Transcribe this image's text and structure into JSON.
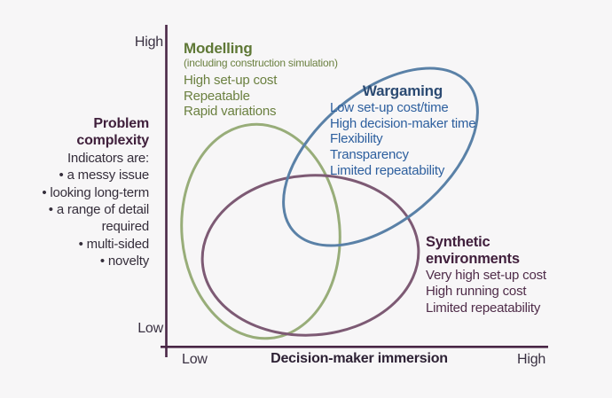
{
  "colors": {
    "background": "#f7f6f7",
    "axis_line": "#4a2746",
    "axis_end_label": "#3a3142",
    "x_axis_title": "#2d2134",
    "body_text": "#352e3b",
    "problem_heading": "#40203c",
    "modelling_heading": "#5f7836",
    "modelling_text": "#6b8040",
    "modelling_ellipse": "#98ad79",
    "wargaming_heading": "#2b4a72",
    "wargaming_text": "#2d5f9e",
    "wargaming_ellipse": "#5a81a7",
    "synthetic_heading": "#41203d",
    "synthetic_text": "#4f2c49",
    "synthetic_ellipse": "#7d5a74"
  },
  "axes": {
    "y_top_label": "High",
    "y_bottom_label": "Low",
    "x_left_label": "Low",
    "x_title": "Decision-maker immersion",
    "x_right_label": "High"
  },
  "problem_complexity": {
    "title": [
      "Problem",
      "complexity"
    ],
    "subtitle": "Indicators are:",
    "lines": [
      "• a messy issue",
      "• looking long-term",
      "• a range of detail",
      "required",
      "• multi-sided",
      "• novelty"
    ]
  },
  "modelling": {
    "title": "Modelling",
    "subtitle": "(including construction simulation)",
    "lines": [
      "High set-up cost",
      "Repeatable",
      "Rapid variations"
    ]
  },
  "wargaming": {
    "title": "Wargaming",
    "lines": [
      "Low set-up cost/time",
      "High decision-maker time",
      "Flexibility",
      "Transparency",
      "Limited repeatability"
    ]
  },
  "synthetic": {
    "title": [
      "Synthetic",
      "environments"
    ],
    "lines": [
      "Very high set-up cost",
      "High running cost",
      "Limited repeatability"
    ]
  }
}
